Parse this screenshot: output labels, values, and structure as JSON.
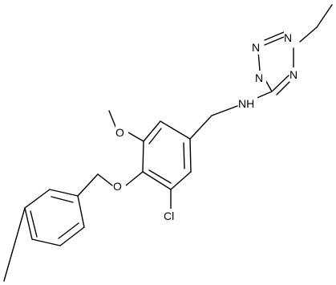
{
  "structure": {
    "atoms": {
      "N1": "N",
      "N2": "N",
      "N3": "N",
      "N4": "N",
      "NH": "NH",
      "O_methoxy": "O",
      "O_ether": "O",
      "Cl": "Cl"
    }
  }
}
